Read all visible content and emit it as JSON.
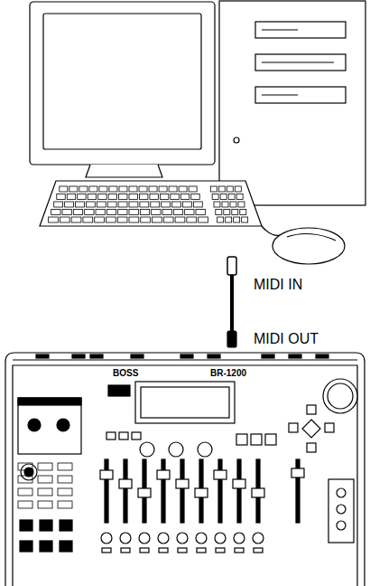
{
  "diagram": {
    "labels": [
      "MIDI IN",
      "MIDI OUT",
      "BOSS",
      "BR-1200"
    ]
  }
}
